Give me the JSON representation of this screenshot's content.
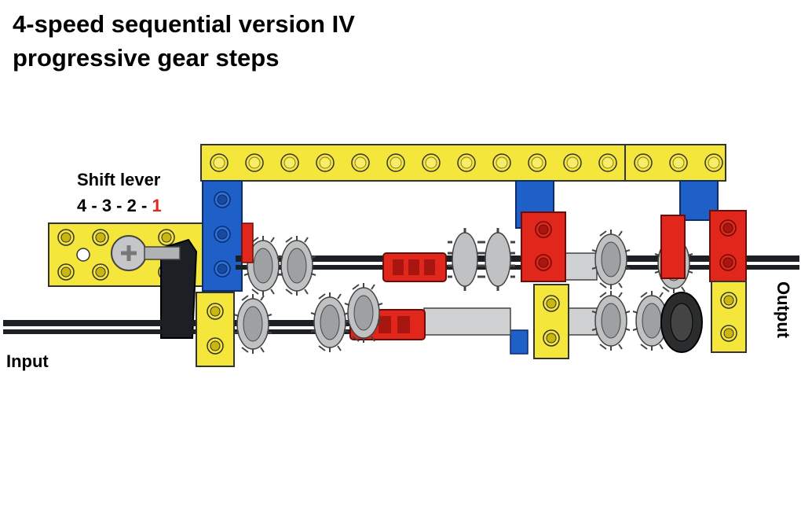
{
  "title": {
    "line1": "4-speed sequential version IV",
    "line2": "progressive gear steps"
  },
  "shift_lever": {
    "label": "Shift lever",
    "sequence": [
      "4",
      "3",
      "2",
      "1"
    ],
    "separator": " - ",
    "active_gear": "1",
    "active_color": "#e1261c"
  },
  "input_label": "Input",
  "output_label": "Output",
  "colors": {
    "beam_yellow": "#f5e63c",
    "brick_blue": "#1f5fc8",
    "brick_red": "#e1261c",
    "axle_black": "#1c1f24",
    "gear_gray": "#bfc1c3",
    "gear_black": "#2a2c2e"
  }
}
